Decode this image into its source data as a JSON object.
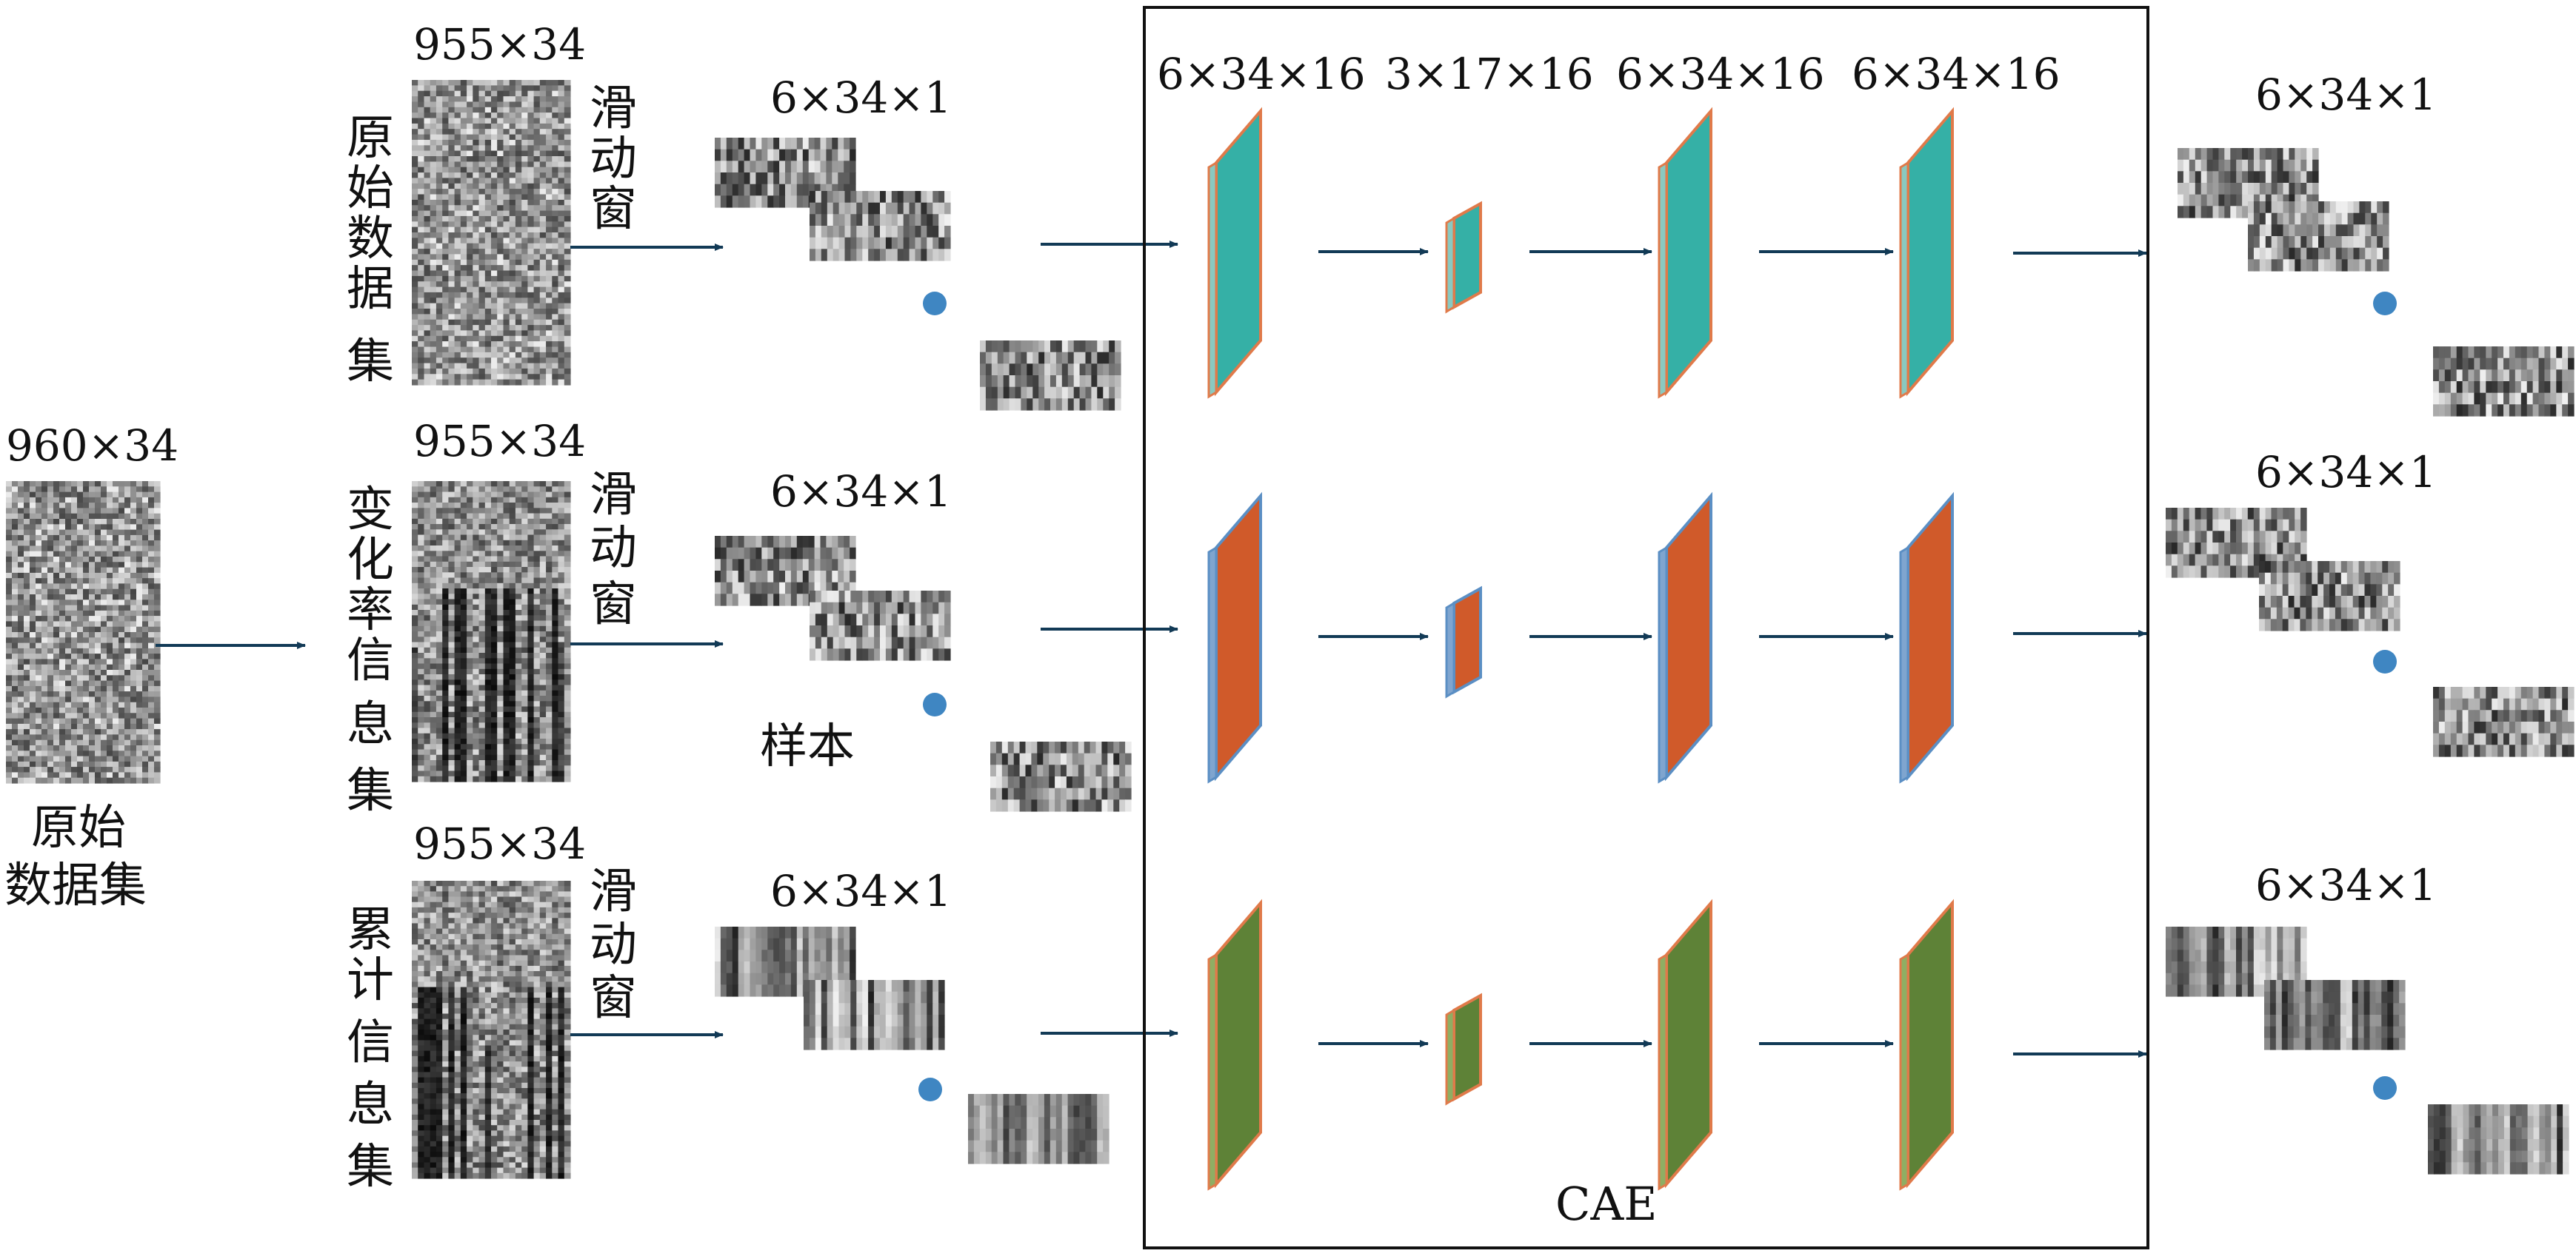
{
  "diagram": {
    "input": {
      "dims": "960×34",
      "label_line1": "原始",
      "label_line2": "数据集"
    },
    "datasets": [
      {
        "name_chars": [
          "原",
          "始",
          "数",
          "据",
          "集"
        ],
        "dims": "955×34",
        "window_chars": [
          "滑",
          "动",
          "窗"
        ],
        "sample_dims": "6×34×1",
        "pattern": "dots"
      },
      {
        "name_chars": [
          "变",
          "化",
          "率",
          "信",
          "息",
          "集"
        ],
        "dims": "955×34",
        "window_chars": [
          "滑",
          "动",
          "窗"
        ],
        "sample_dims": "6×34×1",
        "sample_label": "样本",
        "pattern": "streaks"
      },
      {
        "name_chars": [
          "累",
          "计",
          "信",
          "息",
          "集"
        ],
        "dims": "955×34",
        "window_chars": [
          "滑",
          "动",
          "窗"
        ],
        "sample_dims": "6×34×1",
        "pattern": "streaks"
      }
    ],
    "cae": {
      "label": "CAE",
      "layer_dims": [
        "6×34×16",
        "3×17×16",
        "6×34×16",
        "6×34×16"
      ],
      "rows": [
        {
          "face_color": "#35b0a6",
          "edge_color": "#e07a4a",
          "side_color": "#8ac9c0"
        },
        {
          "face_color": "#d05a2a",
          "edge_color": "#5b8fc4",
          "side_color": "#7fa5cf"
        },
        {
          "face_color": "#5e8237",
          "edge_color": "#e07a4a",
          "side_color": "#8fae63"
        }
      ]
    },
    "outputs": [
      {
        "dims": "6×34×1"
      },
      {
        "dims": "6×34×1"
      },
      {
        "dims": "6×34×1"
      }
    ],
    "colors": {
      "arrow": "#123a56",
      "arrow_fill": "#5a8fb8",
      "dot": "#3f86c2",
      "frame": "#111111"
    }
  }
}
